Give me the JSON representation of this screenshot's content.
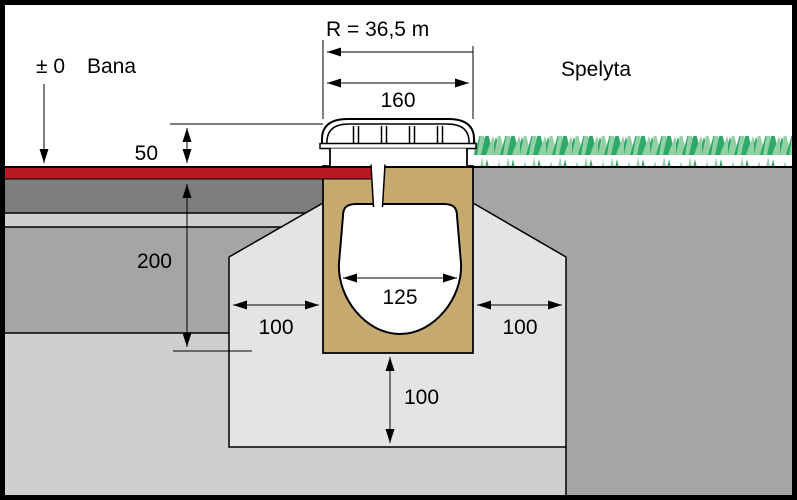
{
  "diagram": {
    "labels": {
      "radius": "R = 36,5 m",
      "datum": "± 0",
      "surface_left": "Bana",
      "surface_right": "Spelyta"
    },
    "dimensions": {
      "grate_width": "160",
      "cover_height": "50",
      "layer_depth": "200",
      "channel_inner_width": "125",
      "surround_left": "100",
      "surround_right": "100",
      "base_thickness": "100"
    },
    "colors": {
      "track_surface_red": "#b71a22",
      "channel_body_tan": "#c5a96f",
      "soil_dark": "#7e7e80",
      "soil_light_band": "#cfcfcf",
      "soil_medium": "#a5a5a7",
      "subbase_light": "#cdcfd0",
      "concrete_surround": "#e4e4e4",
      "grass_dark": "#2fa86b",
      "grass_light": "#93d1a4",
      "line_black": "#000000"
    }
  }
}
